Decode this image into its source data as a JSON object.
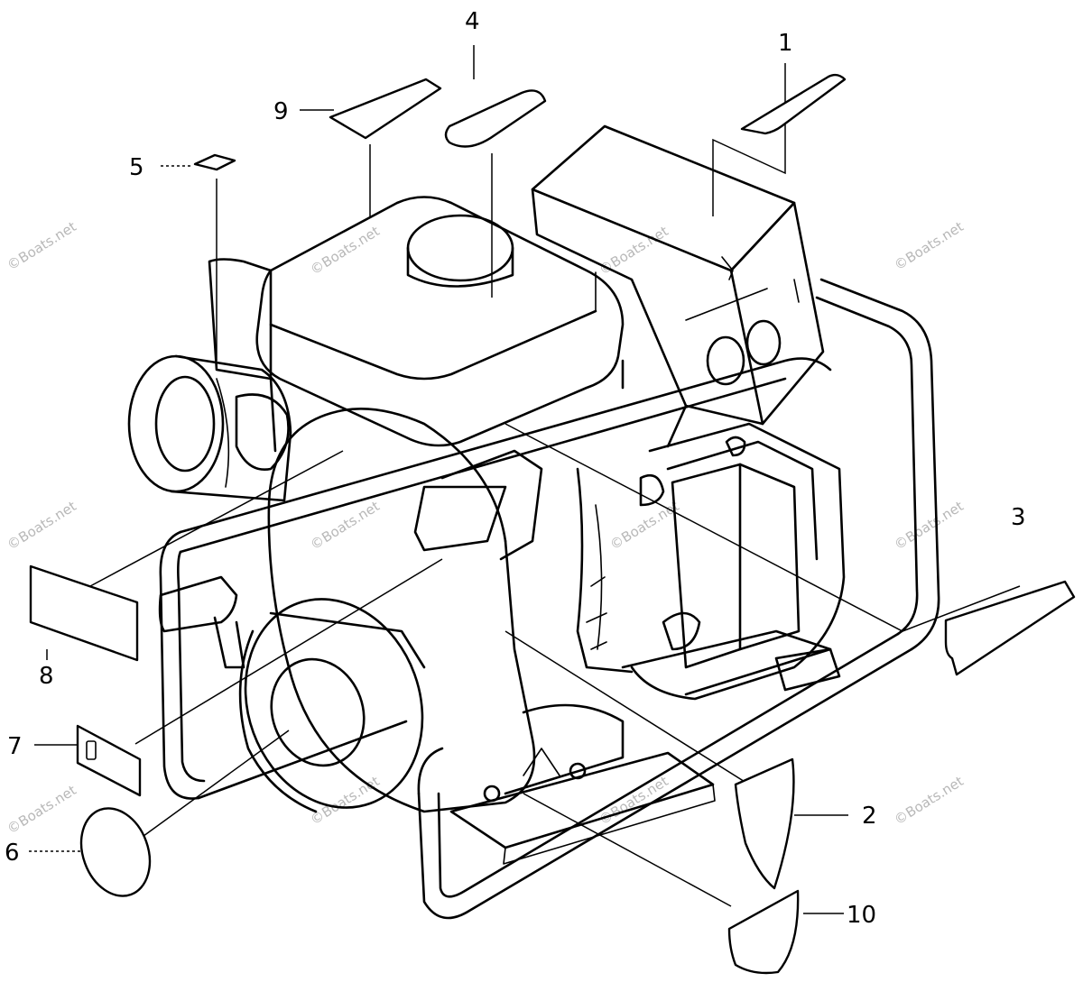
{
  "diagram": {
    "callouts": [
      "1",
      "2",
      "3",
      "4",
      "5",
      "6",
      "7",
      "8",
      "9",
      "10"
    ],
    "watermark": "©Boats.net"
  },
  "colors": {
    "line": "#000000",
    "background": "#ffffff",
    "watermark": "#b8b8b8"
  }
}
